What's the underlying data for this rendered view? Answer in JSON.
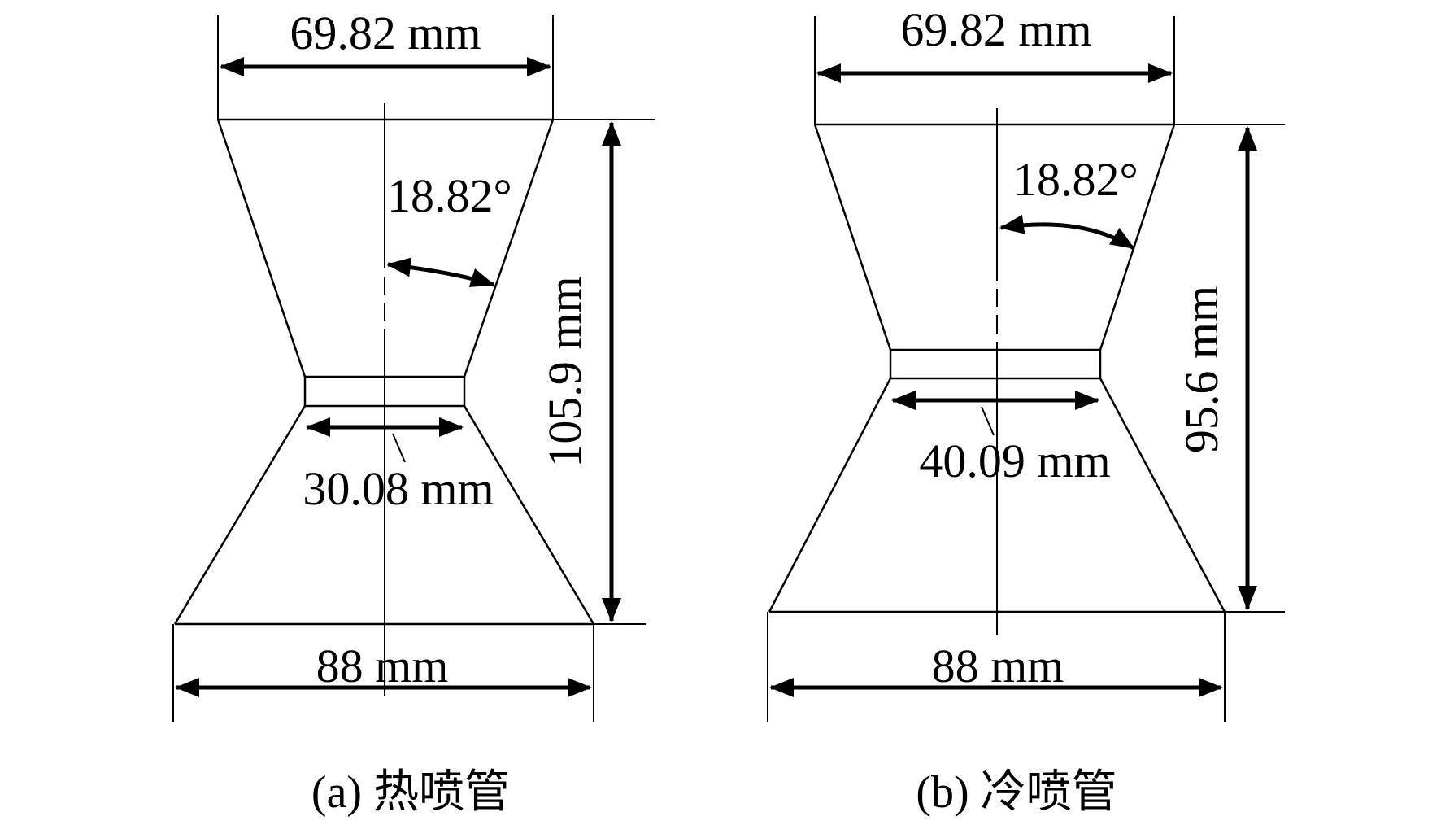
{
  "figures": [
    {
      "id": "a",
      "top_width_label": "69.82 mm",
      "angle_label": "18.82°",
      "throat_label": "30.08 mm",
      "height_label": "105.9 mm",
      "bottom_width_label": "88 mm",
      "caption": "(a) 热喷管"
    },
    {
      "id": "b",
      "top_width_label": "69.82 mm",
      "angle_label": "18.82°",
      "throat_label": "40.09 mm",
      "height_label": "95.6 mm",
      "bottom_width_label": "88 mm",
      "caption": "(b) 冷喷管"
    }
  ]
}
